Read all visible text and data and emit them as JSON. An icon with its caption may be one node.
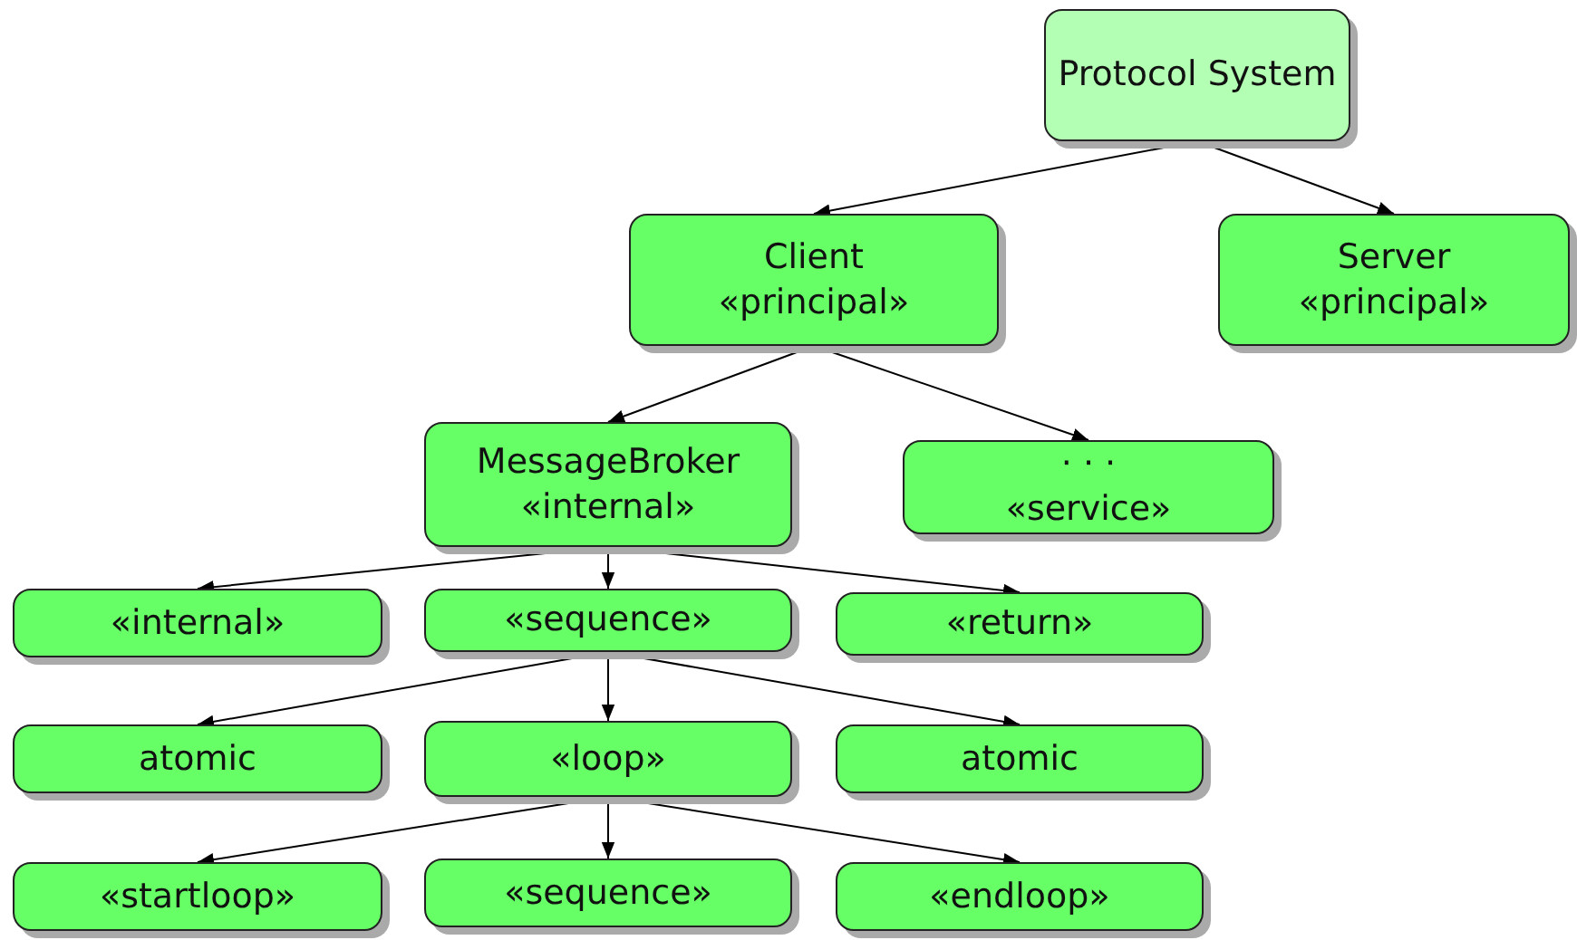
{
  "diagram": {
    "nodes": [
      {
        "text": [
          "Protocol System"
        ]
      },
      {
        "text": [
          "Client",
          "«principal»"
        ]
      },
      {
        "text": [
          "Server",
          "«principal»"
        ]
      },
      {
        "text": [
          "MessageBroker",
          "«internal»"
        ]
      },
      {
        "text": [
          "· · ·",
          "«service»"
        ]
      },
      {
        "text": [
          "«internal»"
        ]
      },
      {
        "text": [
          "«sequence»"
        ]
      },
      {
        "text": [
          "«return»"
        ]
      },
      {
        "text": [
          "atomic"
        ]
      },
      {
        "text": [
          "«loop»"
        ]
      },
      {
        "text": [
          "atomic"
        ]
      },
      {
        "text": [
          "«startloop»"
        ]
      },
      {
        "text": [
          "«sequence»"
        ]
      },
      {
        "text": [
          "«endloop»"
        ]
      }
    ],
    "edges": [
      {
        "from": 0,
        "to": 1,
        "arrow": "to"
      },
      {
        "from": 0,
        "to": 2,
        "arrow": "to"
      },
      {
        "from": 1,
        "to": 3,
        "arrow": "to"
      },
      {
        "from": 1,
        "to": 4,
        "arrow": "to"
      },
      {
        "from": 3,
        "to": 5,
        "arrow": "to"
      },
      {
        "from": 3,
        "to": 6,
        "arrow": "to"
      },
      {
        "from": 3,
        "to": 7,
        "arrow": "to"
      },
      {
        "from": 6,
        "to": 8,
        "arrow": "to"
      },
      {
        "from": 6,
        "to": 9,
        "arrow": "to"
      },
      {
        "from": 6,
        "to": 10,
        "arrow": "to"
      },
      {
        "from": 9,
        "to": 11,
        "arrow": "to"
      },
      {
        "from": 9,
        "to": 12,
        "arrow": "to"
      },
      {
        "from": 9,
        "to": 13,
        "arrow": "to"
      }
    ]
  }
}
